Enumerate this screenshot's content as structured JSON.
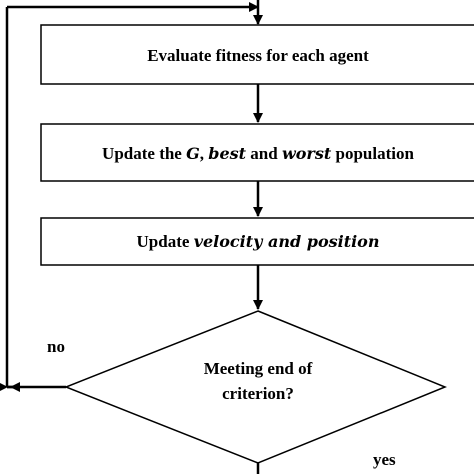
{
  "steps": {
    "evaluate": "Evaluate fitness for each agent",
    "update_g": {
      "prefix": "Update the ",
      "g": "G",
      "comma": ", ",
      "best": "best",
      "and": " and ",
      "worst": "worst",
      "suffix": " population"
    },
    "update_vp": {
      "prefix": "Update ",
      "italic": "velocity and position"
    }
  },
  "decision": {
    "line1": "Meeting end of",
    "line2": "criterion?"
  },
  "branches": {
    "no": "no",
    "yes": "yes"
  }
}
